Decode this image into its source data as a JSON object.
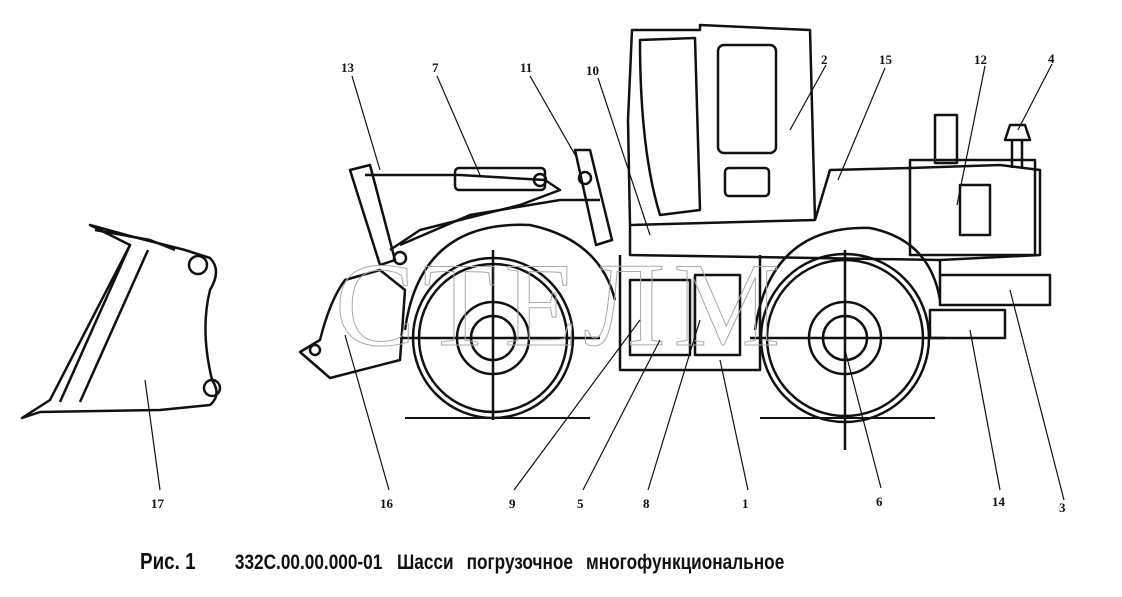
{
  "figure": {
    "number_label": "Рис. 1",
    "code": "332С.00.00.000-01",
    "title_words": [
      "Шасси",
      "погрузочное",
      "многофункциональное"
    ]
  },
  "watermark": "СТЕЛМ",
  "callouts": [
    "1",
    "2",
    "3",
    "4",
    "5",
    "6",
    "7",
    "8",
    "9",
    "10",
    "11",
    "12",
    "13",
    "14",
    "15",
    "16",
    "17"
  ]
}
